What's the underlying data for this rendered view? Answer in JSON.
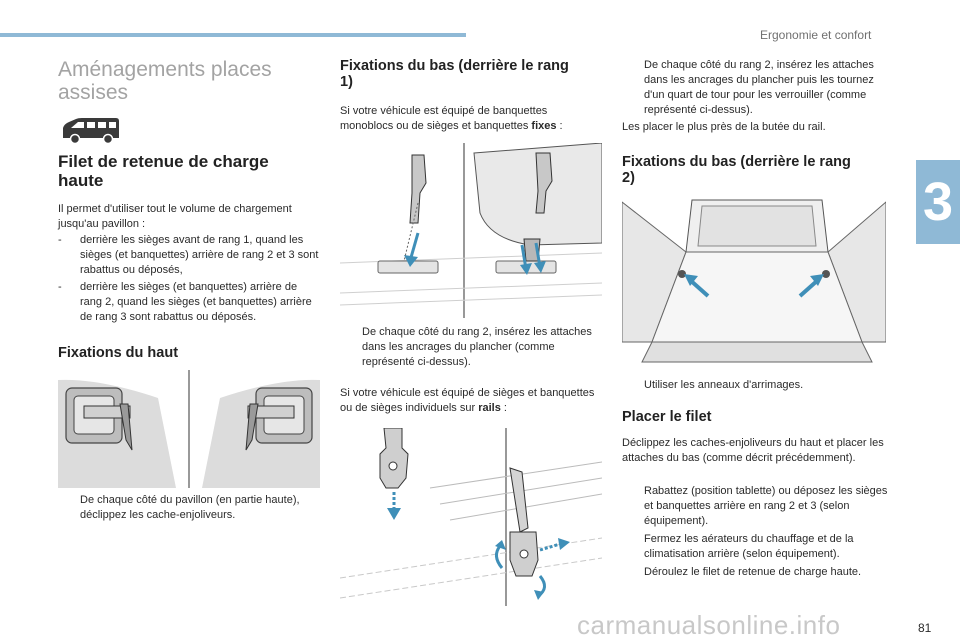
{
  "header": {
    "section_title": "Ergonomie et confort",
    "chapter_number": "3",
    "page_number": "81"
  },
  "watermark": "carmanualsonline.info",
  "col1": {
    "main_title": "Aménagements places assises",
    "section1": {
      "title": "Filet de retenue de charge haute",
      "intro": "Il permet d'utiliser tout le volume de chargement jusqu'au pavillon :",
      "items": [
        "derrière les sièges avant de rang 1, quand les sièges (et banquettes) arrière de rang 2 et 3 sont rabattus ou déposés,",
        "derrière les sièges (et banquettes) arrière de rang 2, quand les sièges (et banquettes) arrière de rang 3 sont rabattus ou déposés."
      ]
    },
    "section2": {
      "title": "Fixations du haut",
      "item": "De chaque côté du pavillon (en partie haute), déclippez les cache-enjoliveurs."
    }
  },
  "col2": {
    "title": "Fixations du bas (derrière le rang 1)",
    "intro_before": "Si votre véhicule est équipé de banquettes monoblocs ou de sièges et banquettes ",
    "intro_bold": "fixes",
    "intro_after": " :",
    "item1": "De chaque côté du rang 2, insérez les attaches dans les ancrages du plancher (comme représenté ci-dessus).",
    "intro2_before": "Si votre véhicule est équipé de sièges et banquettes ou de sièges individuels sur ",
    "intro2_bold": "rails",
    "intro2_after": " :"
  },
  "col3": {
    "item_top": "De chaque côté du rang 2, insérez les attaches dans les ancrages du plancher puis les tournez d'un quart de tour pour les verrouiller (comme représenté ci-dessus).",
    "note": "Les placer le plus près de la butée du rail.",
    "title2": "Fixations du bas (derrière le rang 2)",
    "item2": "Utiliser les anneaux d'arrimages.",
    "title3": "Placer le filet",
    "intro3": "Déclippez les caches-enjoliveurs du haut et placer les attaches du bas (comme décrit précédemment).",
    "items3": [
      "Rabattez (position tablette) ou déposez les sièges et banquettes arrière en rang 2 et 3 (selon équipement).",
      "Fermez les aérateurs du chauffage et de la climatisation arrière (selon équipement).",
      "Déroulez le filet de retenue de charge haute."
    ]
  },
  "symbols": {
    "bullet": "",
    "dash": "-"
  },
  "colors": {
    "accent": "#8fb9d6",
    "arrow": "#3f8fb8",
    "title_grey": "#a3a3a3"
  }
}
